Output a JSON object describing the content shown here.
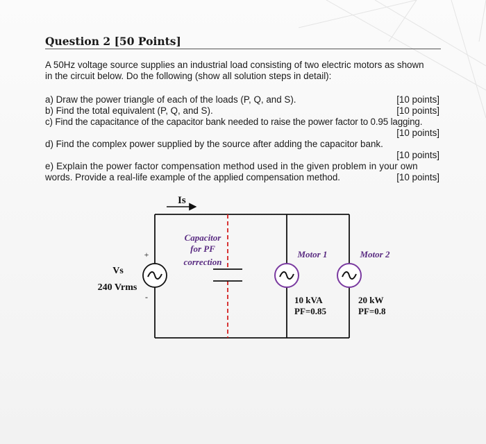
{
  "question": {
    "title": "Question 2 [50 Points]",
    "intro_line1": "A 50Hz voltage source supplies an industrial load consisting of two electric motors as shown",
    "intro_line2": "in the circuit below. Do the following (show all solution steps in detail):",
    "parts": {
      "a": {
        "text": "a) Draw the power triangle of each of the loads (P, Q, and S).",
        "points": "[10 points]"
      },
      "b": {
        "text": "b) Find the total equivalent (P, Q, and S).",
        "points": "[10 points]"
      },
      "c": {
        "text": "c) Find the capacitance of the capacitor bank needed to raise the power factor to 0.95 lagging.",
        "points": "[10 points]"
      },
      "d": {
        "text": "d) Find the complex power supplied by the source after adding the capacitor bank.",
        "points": "[10 points]"
      },
      "e": {
        "line1": "e) Explain the power factor compensation method used in the given problem in your own",
        "line2": "words. Provide a real-life example of the applied compensation method.",
        "points": "[10 points]"
      }
    }
  },
  "circuit": {
    "current_label": "Is",
    "source_label": "Vs",
    "source_value": "240 Vrms",
    "plus_sign": "+",
    "minus_sign": "-",
    "ac_symbol": "~",
    "capacitor_label_line1": "Capacitor",
    "capacitor_label_line2": "for PF",
    "capacitor_label_line3": "correction",
    "motor1_label": "Motor 1",
    "motor1_rating": "10 kVA",
    "motor1_pf": "PF=0.85",
    "motor2_label": "Motor 2",
    "motor2_rating": "20 kW",
    "motor2_pf": "PF=0.8",
    "colors": {
      "wire": "#111111",
      "capacitor_dash": "#d42020",
      "motor_circle": "#7a3aa0",
      "motor_label": "#5a2c82",
      "capacitor_label": "#5a2c82"
    }
  }
}
